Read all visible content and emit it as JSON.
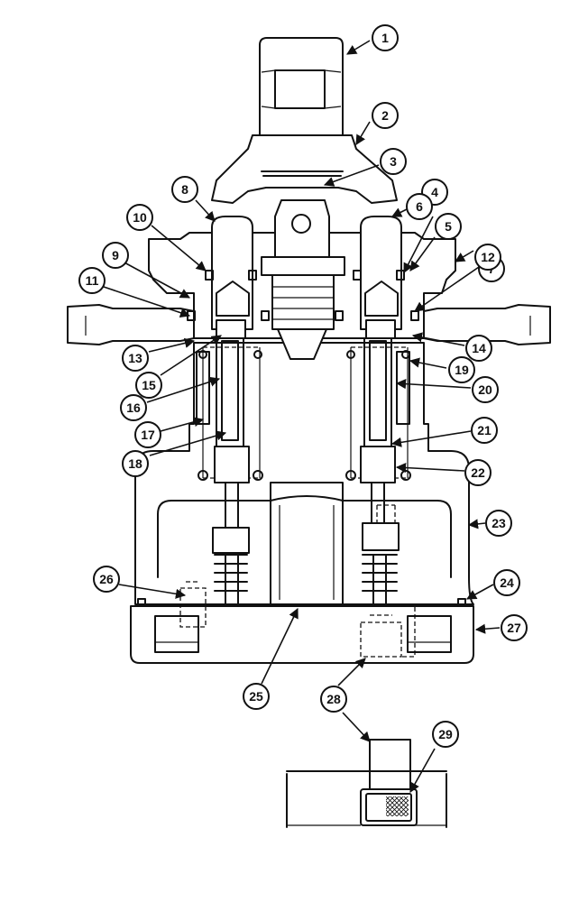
{
  "callouts": [
    {
      "label": "1"
    },
    {
      "label": "2"
    },
    {
      "label": "3"
    },
    {
      "label": "4"
    },
    {
      "label": "5"
    },
    {
      "label": "6"
    },
    {
      "label": "7"
    },
    {
      "label": "8"
    },
    {
      "label": "9"
    },
    {
      "label": "10"
    },
    {
      "label": "11"
    },
    {
      "label": "12"
    },
    {
      "label": "13"
    },
    {
      "label": "14"
    },
    {
      "label": "15"
    },
    {
      "label": "16"
    },
    {
      "label": "17"
    },
    {
      "label": "18"
    },
    {
      "label": "19"
    },
    {
      "label": "20"
    },
    {
      "label": "21"
    },
    {
      "label": "22"
    },
    {
      "label": "23"
    },
    {
      "label": "24"
    },
    {
      "label": "25"
    },
    {
      "label": "26"
    },
    {
      "label": "27"
    },
    {
      "label": "28"
    },
    {
      "label": "29"
    }
  ],
  "colors": {
    "line": "#111111",
    "background": "#ffffff"
  }
}
